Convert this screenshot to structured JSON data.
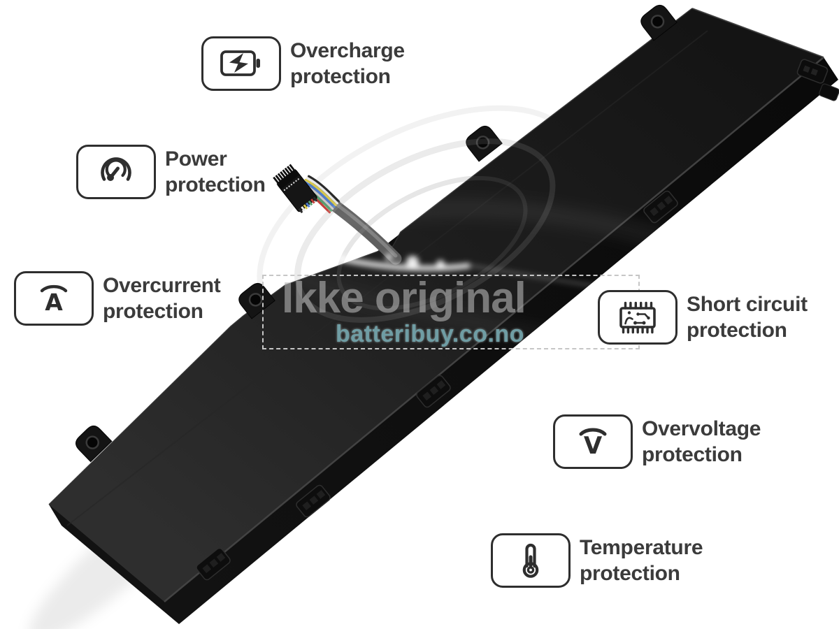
{
  "callouts": [
    {
      "icon": "battery-charge-icon",
      "lines": [
        "Overcharge",
        "protection"
      ]
    },
    {
      "icon": "power-gauge-icon",
      "lines": [
        "Power",
        "protection"
      ]
    },
    {
      "icon": "overcurrent-ampere-icon",
      "lines": [
        "Overcurrent",
        "protection"
      ],
      "glyph": "A"
    },
    {
      "icon": "short-circuit-chip-icon",
      "lines": [
        "Short circuit",
        "protection"
      ]
    },
    {
      "icon": "overvoltage-icon",
      "lines": [
        "Overvoltage",
        "protection"
      ],
      "glyph": "V"
    },
    {
      "icon": "temperature-thermometer-icon",
      "lines": [
        "Temperature",
        "protection"
      ]
    }
  ],
  "watermark": {
    "title": "Ikke original",
    "site": "batteribuy.co.no"
  },
  "colors": {
    "background": "#ffffff",
    "label_text": "#3b3b3b",
    "icon_stroke": "#2e2e2e",
    "watermark_title": "rgba(178,178,178,0.62)",
    "watermark_site": "#6f9da4",
    "watermark_border": "#c6c6c6",
    "battery_body": "#1d1d1d"
  }
}
